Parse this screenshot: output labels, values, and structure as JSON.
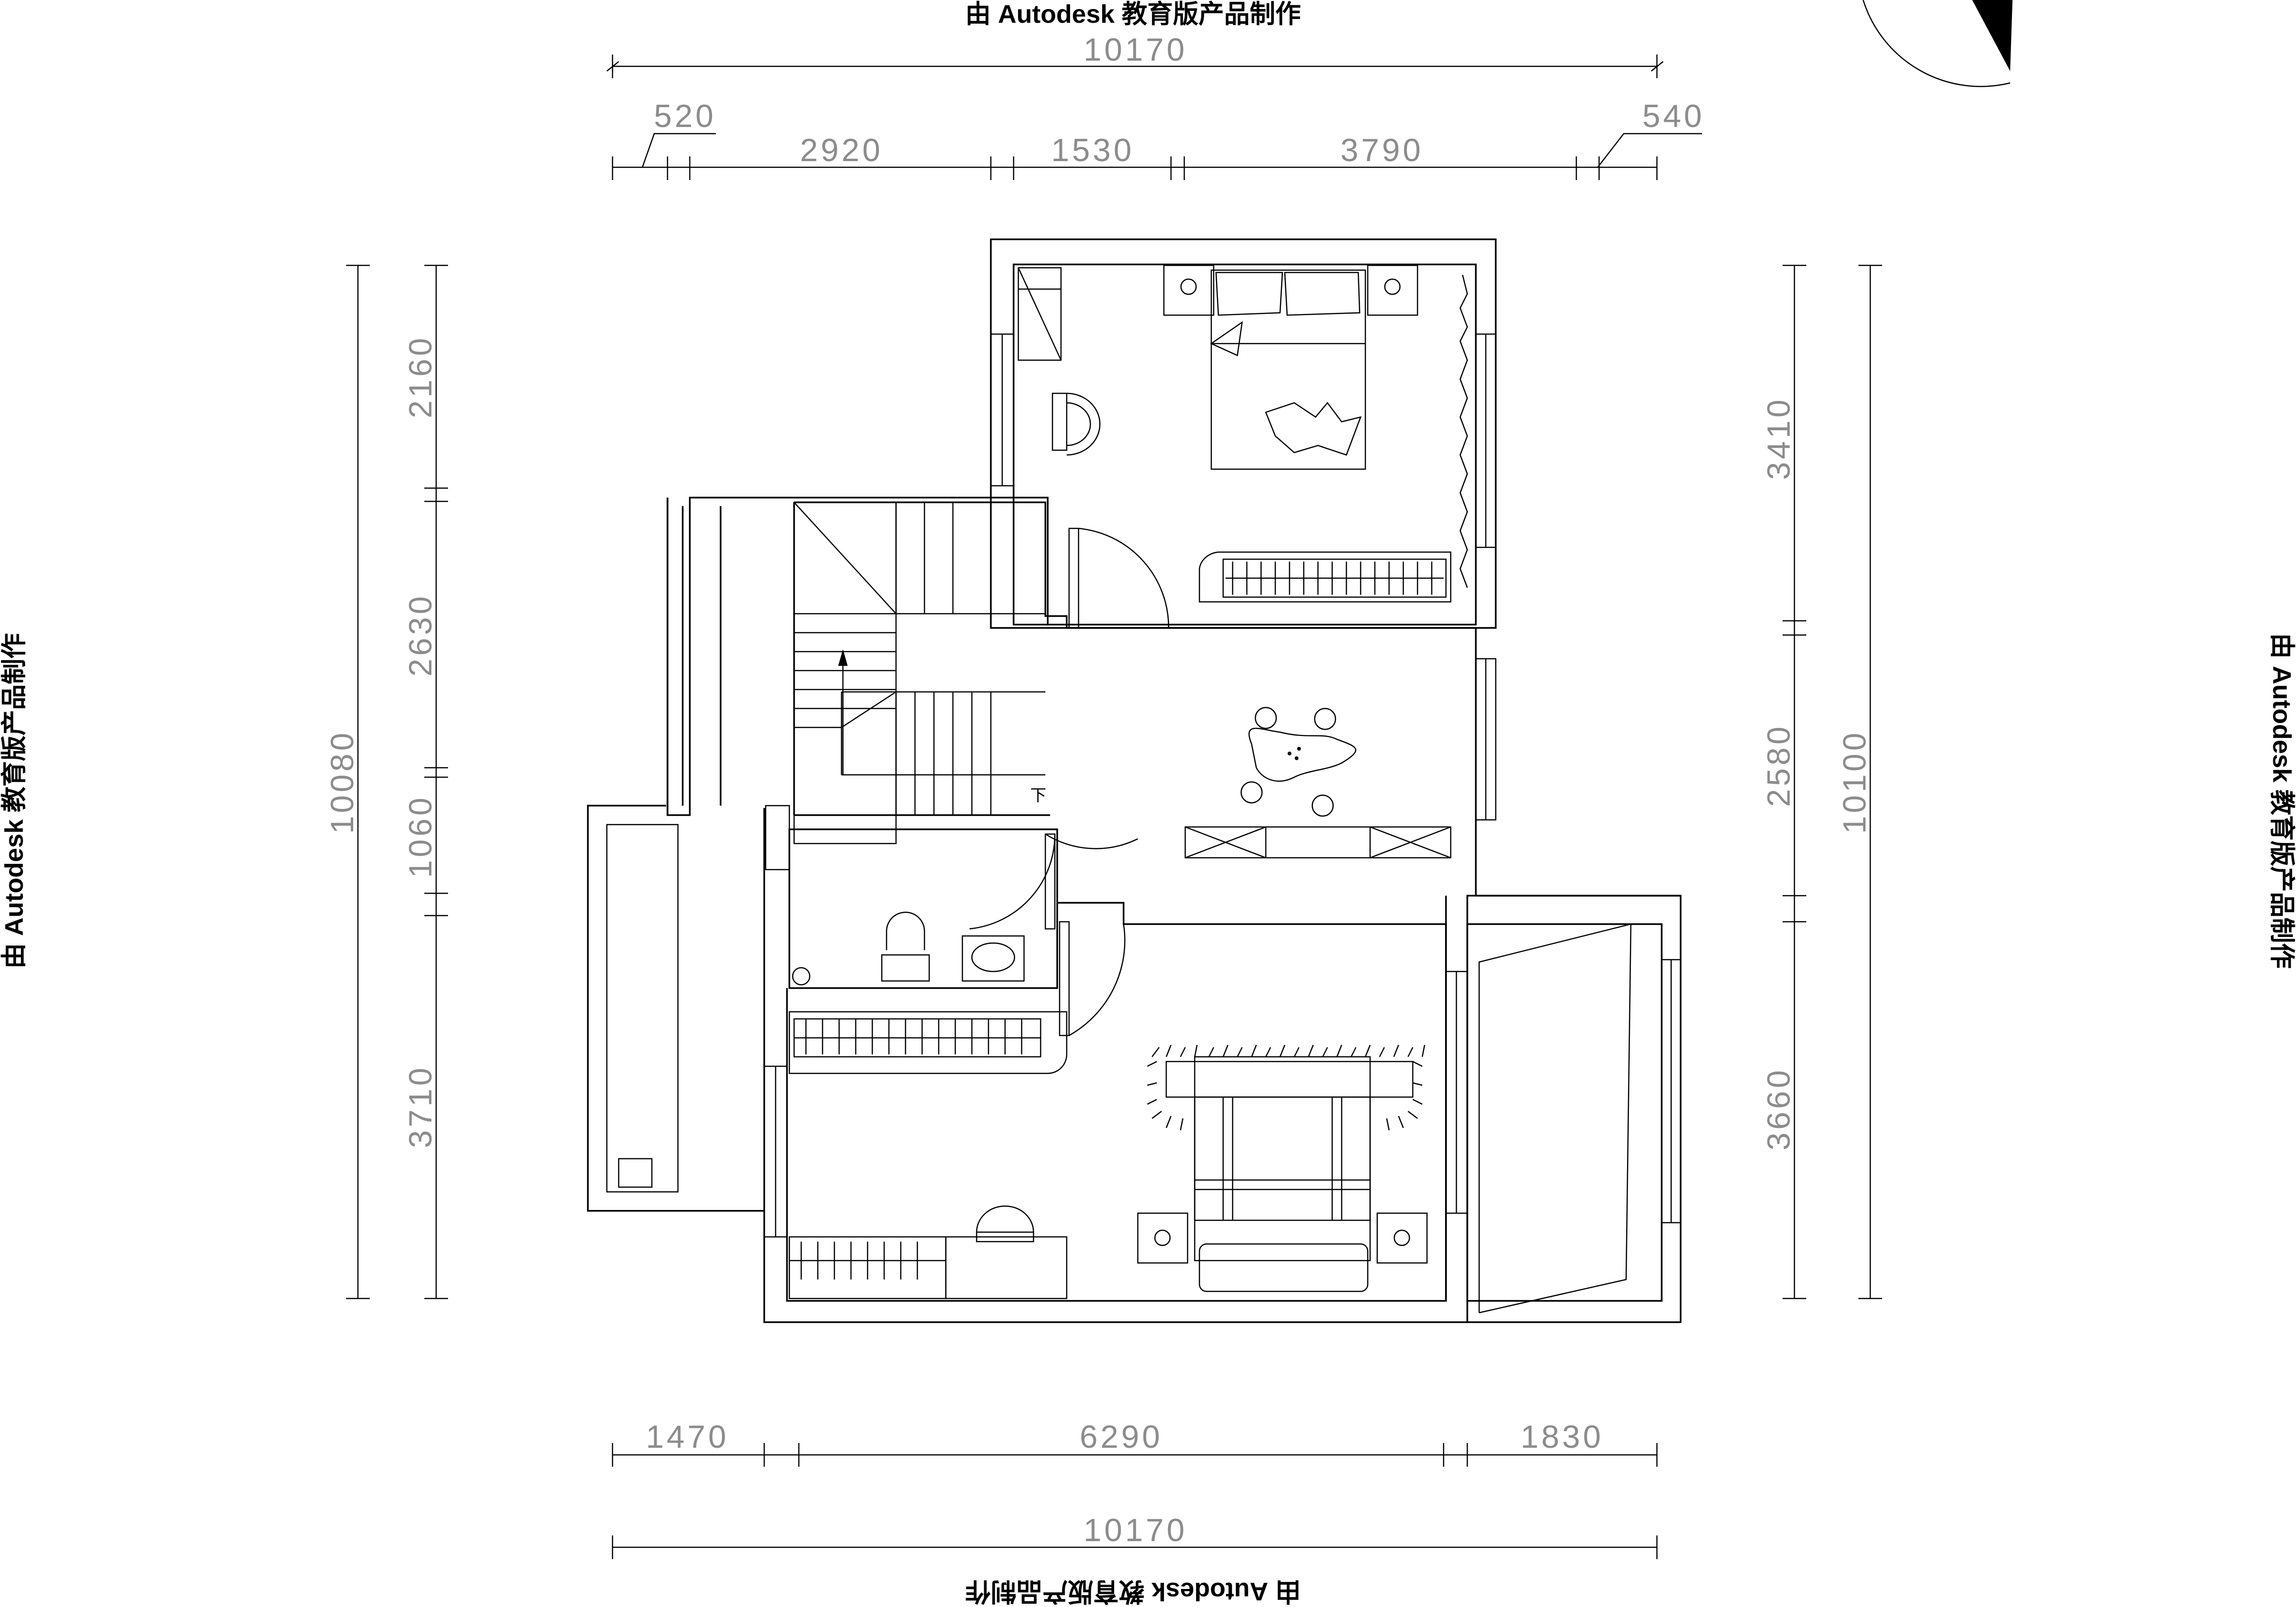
{
  "watermark": {
    "text": "由 Autodesk 教育版产品制作"
  },
  "dimensions": {
    "top": {
      "overall": "10170",
      "segments": [
        "520",
        "2920",
        "1530",
        "3790",
        "540"
      ]
    },
    "bottom": {
      "overall": "10170",
      "segments": [
        "1470",
        "6290",
        "1830"
      ]
    },
    "left": {
      "overall": "10080",
      "segments": [
        "2160",
        "2630",
        "1060",
        "3710"
      ]
    },
    "right": {
      "overall": "10100",
      "segments": [
        "3410",
        "2580",
        "3660"
      ]
    }
  },
  "annotations": {
    "stair_down": "下"
  }
}
